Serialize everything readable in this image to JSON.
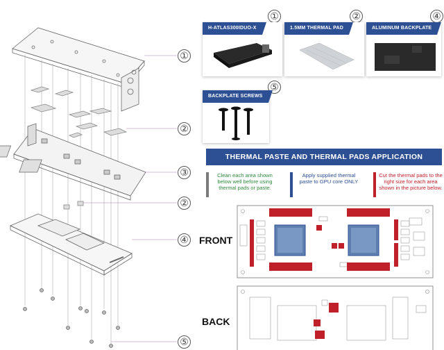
{
  "callouts": [
    "①",
    "②",
    "③",
    "②",
    "④",
    "⑤"
  ],
  "products": [
    {
      "number": "①",
      "label": "H-ATLAS300IDUO-X",
      "icon": "waterblock-image"
    },
    {
      "number": "②",
      "label": "1.5MM THERMAL PAD",
      "icon": "thermal-pad-image"
    },
    {
      "number": "④",
      "label": "ALUMINUM BACKPLATE",
      "icon": "backplate-image"
    },
    {
      "number": "⑤",
      "label": "BACKPLATE SCREWS",
      "icon": "screws-image"
    }
  ],
  "application": {
    "title": "THERMAL PASTE AND THERMAL PADS APPLICATION",
    "instructions": [
      {
        "text": "Clean each area shown below well before using thermal pads or paste.",
        "color": "#7a7a7a",
        "text_color": "#2f8a3c"
      },
      {
        "text": "Apply supplied thermal paste to GPU core ONLY",
        "color": "#2d4f93",
        "text_color": "#2d4f93"
      },
      {
        "text": "Cut the thermal pads to the right size for each area shown in the picture below.",
        "color": "#c0202a",
        "text_color": "#c0202a"
      }
    ],
    "front_label": "FRONT",
    "back_label": "BACK"
  },
  "colors": {
    "accent": "#2d4f93",
    "pad": "#c0202a",
    "paste": "#5e7fb0",
    "line_art": "#666666"
  }
}
